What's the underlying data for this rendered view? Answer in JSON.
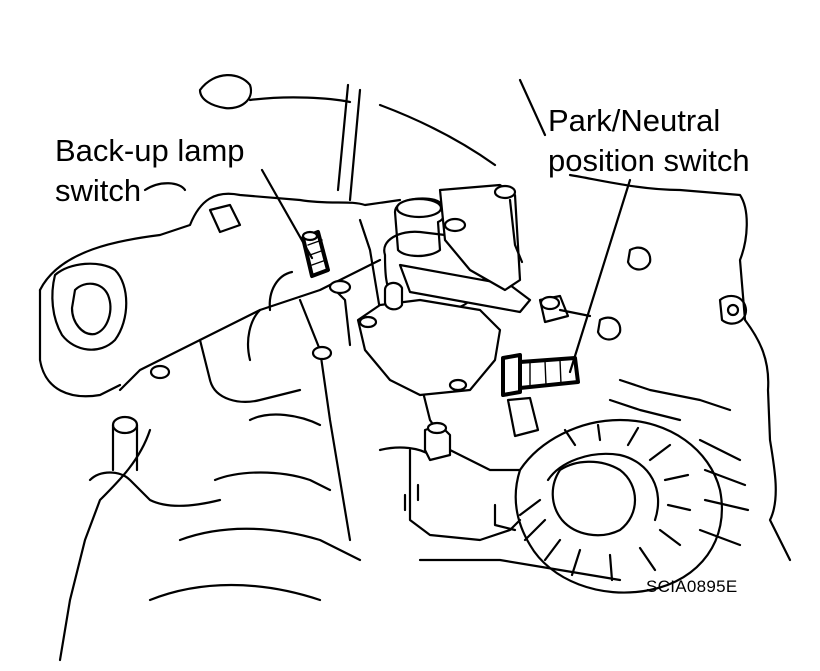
{
  "labels": {
    "backup_line1": "Back-up lamp",
    "backup_line2": "switch",
    "pn_line1": "Park/Neutral",
    "pn_line2": "position switch"
  },
  "figure_code": "SCIA0895E"
}
